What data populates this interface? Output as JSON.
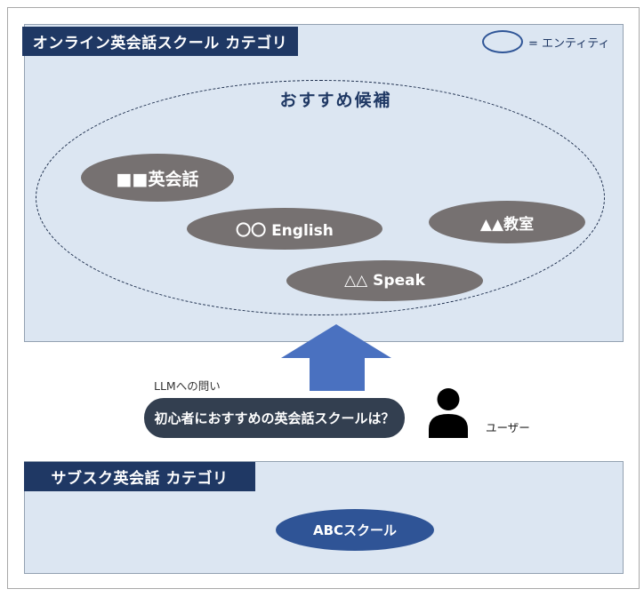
{
  "legend": {
    "icon": "entity-ellipse-icon",
    "label": "= エンティティ"
  },
  "top_panel": {
    "header": "オンライン英会話スクール カテゴリ",
    "group_label": "おすすめ候補",
    "entities": [
      "■■英会話",
      "〇〇 English",
      "▲▲教室",
      "△△ Speak"
    ]
  },
  "query": {
    "label": "LLMへの問い",
    "text": "初心者におすすめの英会話スクールは？",
    "user_label": "ユーザー"
  },
  "bottom_panel": {
    "header": "サブスク英会話 カテゴリ",
    "entities": [
      "ABCスクール"
    ]
  },
  "colors": {
    "panel_bg": "#dce6f2",
    "header_navy": "#1f3864",
    "entity_gray": "#767171",
    "entity_navy": "#2f5496",
    "arrow_blue": "#4a71c0",
    "pill_slate": "#333f50",
    "legend_stroke": "#2f5597"
  }
}
